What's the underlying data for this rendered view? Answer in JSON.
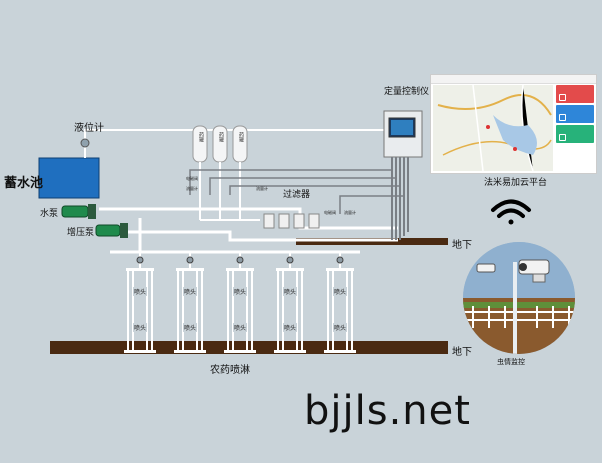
{
  "labels": {
    "reservoir": "蓄水池",
    "level_meter": "液位计",
    "pump": "水泵",
    "booster_pump": "增压泵",
    "controller": "定量控制仪",
    "filter": "过滤器",
    "cloud_platform": "法米易加云平台",
    "underground_top": "地下",
    "underground_bottom": "地下",
    "pest_monitor": "虫情监控",
    "spray_title": "农药喷淋",
    "nozzle": "喷头"
  },
  "tank_labels": [
    "药罐",
    "药罐",
    "药罐"
  ],
  "tiny_labels": {
    "valve": "电磁阀",
    "flowmeter": "流量计"
  },
  "watermark": "bjjls.net",
  "colors": {
    "background": "#c9d3d9",
    "reservoir": "#1f6fbf",
    "pump": "#1f8a4c",
    "soil": "#4a2a12",
    "pipe": "#ffffff",
    "cable": "#7a7f85"
  },
  "icons": [
    "wifi-icon",
    "valve-icon",
    "flowmeter-icon",
    "pump-icon",
    "camera-icon"
  ]
}
